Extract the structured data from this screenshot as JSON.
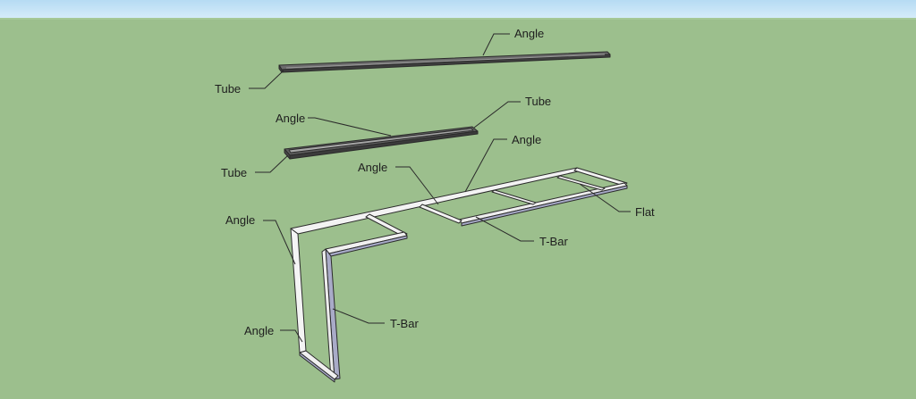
{
  "scene": {
    "colors": {
      "ground": "#9cbf8d",
      "sky": "#c8e4f7",
      "frame_top": "#f2f2f2",
      "frame_side": "#a9abc8",
      "bar_dark": "#555555",
      "bar_light": "#8a8a8a"
    }
  },
  "callouts": {
    "top_angle": "Angle",
    "top_tube": "Tube",
    "mid_angle": "Angle",
    "mid_tube_right": "Tube",
    "mid_tube_left": "Tube",
    "frame_angle_upper": "Angle",
    "frame_angle_center": "Angle",
    "frame_angle_left": "Angle",
    "frame_angle_bottom": "Angle",
    "flat": "Flat",
    "tbar_right": "T-Bar",
    "tbar_bottom": "T-Bar"
  }
}
